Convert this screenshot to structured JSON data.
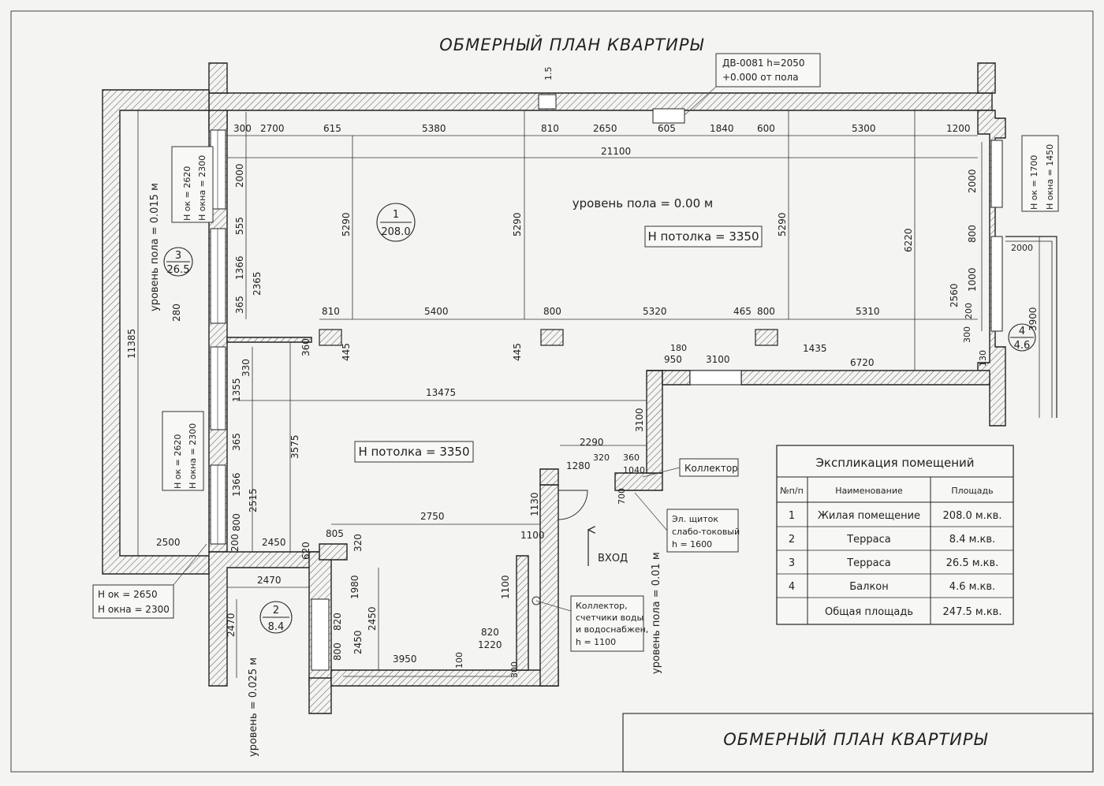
{
  "plan": {
    "title": "ОБМЕРНЫЙ ПЛАН КВАРТИРЫ",
    "stamp_title": "ОБМЕРНЫЙ ПЛАН КВАРТИРЫ",
    "door_note": {
      "line1": "ДВ-0081   h=2050",
      "line2": "+0.000 от пола"
    },
    "top_mark": "1.5",
    "rooms": {
      "r1": {
        "num": "1",
        "area": "208.0"
      },
      "r2": {
        "num": "2",
        "area": "8.4"
      },
      "r3": {
        "num": "3",
        "area": "26.5"
      },
      "r4": {
        "num": "4",
        "area": "4.6"
      }
    },
    "labels": {
      "floor_level": "уровень пола = 0.00 м",
      "ceil1": "Н потолка = 3350",
      "ceil2": "Н потолка = 3350",
      "entrance": "ВХОД",
      "collector": "Коллектор",
      "panel": {
        "line1": "Эл. щиток",
        "line2": "слабо-токовый",
        "line3": "h = 1600"
      },
      "meters": {
        "line1": "Коллектор,",
        "line2": "счетчики воды",
        "line3": "и водоснабжен,",
        "line4": "h = 1100"
      },
      "win_bl": {
        "line1": "Н ок = 2650",
        "line2": "Н окна = 2300"
      },
      "win_l_top": {
        "line1": "Н ок = 2620",
        "line2": "Н окна = 2300"
      },
      "win_l_mid": {
        "line1": "Н ок = 2620",
        "line2": "Н окна = 2300"
      },
      "win_r": {
        "line1": "Н ок = 1700",
        "line2": "Н окна = 1450"
      },
      "lvl_terrace3": "уровень пола = 0.015 м",
      "lvl_terrace2": "уровень = 0.025 м",
      "lvl_entry": "уровень пола = 0.01 м"
    },
    "dims": {
      "top_row": [
        "300",
        "2700",
        "615",
        "5380",
        "810",
        "2650",
        "605",
        "1840",
        "600",
        "5300",
        "1200"
      ],
      "overall_top": "21100",
      "mid_row": [
        "810",
        "5400",
        "800",
        "5320",
        "465",
        "800",
        "5310"
      ],
      "vert_5290_a": "5290",
      "vert_5290_b": "5290",
      "vert_5290_c": "5290",
      "vert_6220": "6220",
      "left_2000": "2000",
      "left_555": "555",
      "left_1366a": "1366",
      "left_2365": "2365",
      "left_365a": "365",
      "left_280": "280",
      "left_11385": "11385",
      "left_360": "360",
      "left_445": "445",
      "mid_445": "445",
      "left_330": "330",
      "left_1355": "1355",
      "left_3575": "3575",
      "left_365b": "365",
      "left_1366b": "1366",
      "left_2515": "2515",
      "left_800": "800",
      "dim_13475": "13475",
      "dim_2500": "2500",
      "dim_2450": "2450",
      "dim_620": "620",
      "dim_805": "805",
      "dim_320a": "320",
      "dim_2750": "2750",
      "dim_1100a": "1100",
      "dim_1130": "1130",
      "dim_2290": "2290",
      "dim_1280": "1280",
      "dim_320b": "320",
      "dim_360b": "360",
      "dim_1040": "1040",
      "dim_700": "700",
      "dim_3100v": "3100",
      "dim_950": "950",
      "dim_3100h": "3100",
      "dim_180": "180",
      "dim_1435": "1435",
      "dim_6720": "6720",
      "dim_130": "130",
      "dim_300r": "300",
      "dim_200r": "200",
      "dim_2560": "2560",
      "dim_1000": "1000",
      "dim_800r": "800",
      "dim_2000r": "2000",
      "dim_2000b": "2000",
      "dim_3900": "3900",
      "dim_2470h": "2470",
      "dim_2470v": "2470",
      "dim_1980": "1980",
      "dim_820a": "820",
      "dim_800b": "800",
      "dim_2450a": "2450",
      "dim_2450b": "2450",
      "dim_1100b": "1100",
      "dim_3950": "3950",
      "dim_100": "100",
      "dim_820b": "820",
      "dim_1220": "1220",
      "dim_300b": "300",
      "dim_200l": "200"
    }
  },
  "explication": {
    "title": "Экспликация помещений",
    "headers": [
      "№п/п",
      "Наименование",
      "Площадь"
    ],
    "rows": [
      {
        "n": "1",
        "name": "Жилая помещение",
        "area": "208.0 м.кв."
      },
      {
        "n": "2",
        "name": "Терраса",
        "area": "8.4 м.кв."
      },
      {
        "n": "3",
        "name": "Терраса",
        "area": "26.5 м.кв."
      },
      {
        "n": "4",
        "name": "Балкон",
        "area": "4.6 м.кв."
      },
      {
        "n": "",
        "name": "Общая площадь",
        "area": "247.5 м.кв."
      }
    ]
  }
}
